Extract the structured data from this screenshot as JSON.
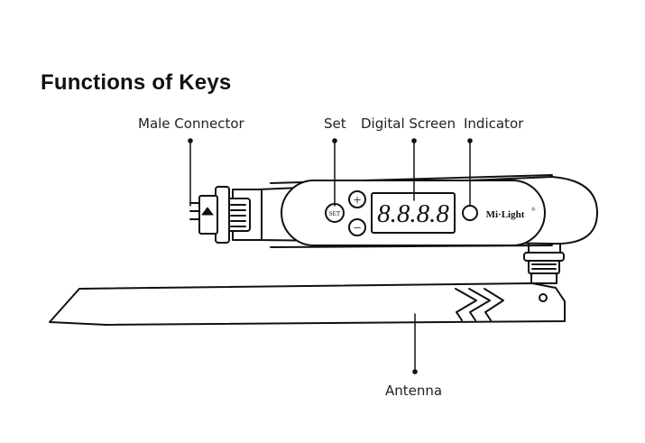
{
  "title": "Functions of Keys",
  "labels": {
    "male_connector": "Male Connector",
    "set": "Set",
    "digital_screen": "Digital Screen",
    "indicator": "Indicator",
    "antenna": "Antenna"
  },
  "device": {
    "set_key_text": "SET",
    "plus_symbol": "+",
    "minus_symbol": "−",
    "screen_digits": "8.8.8.8",
    "brand": "Mi·Light",
    "brand_mark": "®"
  },
  "colors": {
    "stroke": "#111111",
    "fill": "#ffffff"
  }
}
